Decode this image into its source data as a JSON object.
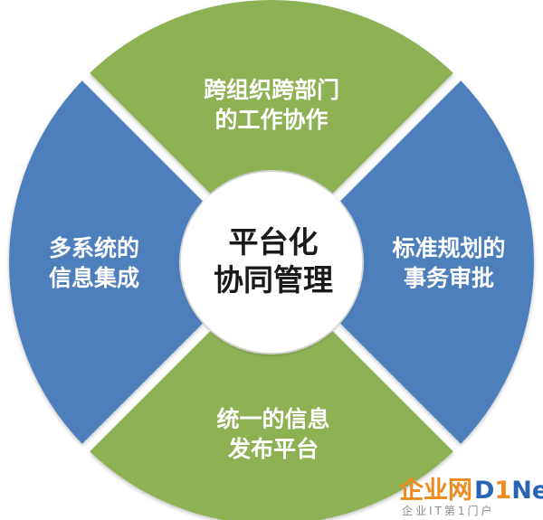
{
  "diagram": {
    "center": {
      "line1": "平台化",
      "line2": "协同管理"
    },
    "segments": {
      "top": {
        "line1": "跨组织跨部门",
        "line2": "的工作协作",
        "color": "#8db153"
      },
      "right": {
        "line1": "标准规划的",
        "line2": "事务审批",
        "color": "#4d7fbd"
      },
      "bottom": {
        "line1": "统一的信息",
        "line2": "发布平台",
        "color": "#8db153"
      },
      "left": {
        "line1": "多系统的",
        "line2": "信息集成",
        "color": "#4d7fbd"
      }
    },
    "center_color": "#ffffff"
  },
  "watermark": {
    "logo_cn": "企业网",
    "logo_d": "D",
    "logo_1": "1",
    "logo_net": "Net",
    "subtitle": "企业IT第1门户",
    "colors": {
      "orange": "#f08a1c",
      "blue": "#2a63b4"
    }
  }
}
